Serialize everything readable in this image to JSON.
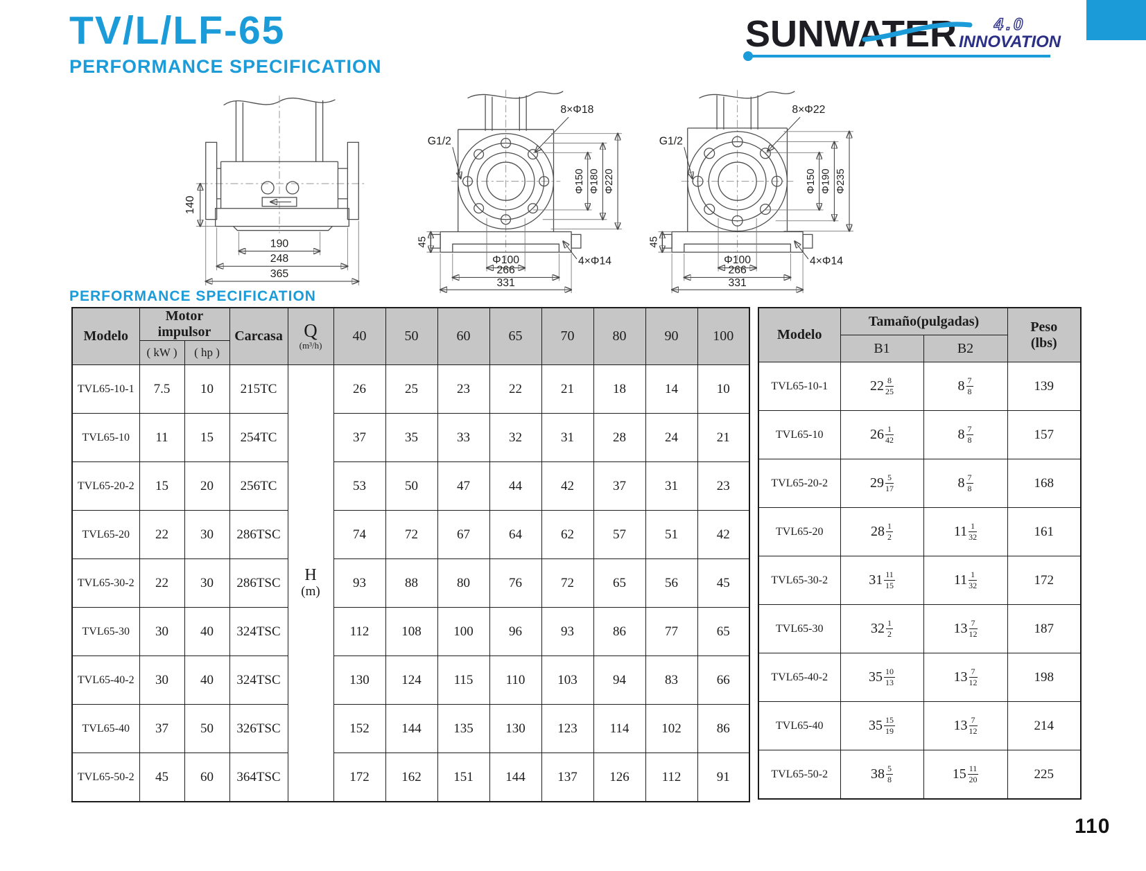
{
  "page": {
    "title": "TV/L/LF-65",
    "subtitle": "PERFORMANCE SPECIFICATION",
    "section_heading": "PERFORMANCE SPECIFICATION",
    "page_number": "110",
    "accent_color": "#1b9cd9"
  },
  "logo": {
    "brand": "SUNWATER",
    "version": "4.0",
    "tagline": "INNOVATION"
  },
  "drawings": [
    {
      "name": "side-view",
      "dims": {
        "height": "140",
        "inner": "190",
        "middle": "248",
        "outer": "365"
      }
    },
    {
      "name": "front-view-1",
      "labels": {
        "bolts": "8×Φ18",
        "plug": "G1/2",
        "face": "Φ150",
        "circle": "Φ180",
        "flange": "Φ220",
        "foot": "45",
        "bore": "Φ100",
        "base_holes": "4×Φ14",
        "base": "266",
        "total": "331"
      }
    },
    {
      "name": "front-view-2",
      "labels": {
        "bolts": "8×Φ22",
        "plug": "G1/2",
        "face": "Φ150",
        "circle": "Φ190",
        "flange": "Φ235",
        "foot": "45",
        "bore": "Φ100",
        "base_holes": "4×Φ14",
        "base": "266",
        "total": "331"
      }
    }
  ],
  "main_table": {
    "headers": {
      "modelo": "Modelo",
      "motor": "Motor impulsor",
      "kw": "( kW )",
      "hp": "( hp )",
      "carcasa": "Carcasa",
      "q_label": "Q",
      "q_unit": "(m³/h)",
      "h_label": "H",
      "h_unit": "(m)",
      "flows": [
        "40",
        "50",
        "60",
        "65",
        "70",
        "80",
        "90",
        "100"
      ]
    },
    "rows": [
      {
        "model": "TVL65-10-1",
        "kw": "7.5",
        "hp": "10",
        "carcasa": "215TC",
        "heads": [
          "26",
          "25",
          "23",
          "22",
          "21",
          "18",
          "14",
          "10"
        ]
      },
      {
        "model": "TVL65-10",
        "kw": "11",
        "hp": "15",
        "carcasa": "254TC",
        "heads": [
          "37",
          "35",
          "33",
          "32",
          "31",
          "28",
          "24",
          "21"
        ]
      },
      {
        "model": "TVL65-20-2",
        "kw": "15",
        "hp": "20",
        "carcasa": "256TC",
        "heads": [
          "53",
          "50",
          "47",
          "44",
          "42",
          "37",
          "31",
          "23"
        ]
      },
      {
        "model": "TVL65-20",
        "kw": "22",
        "hp": "30",
        "carcasa": "286TSC",
        "heads": [
          "74",
          "72",
          "67",
          "64",
          "62",
          "57",
          "51",
          "42"
        ]
      },
      {
        "model": "TVL65-30-2",
        "kw": "22",
        "hp": "30",
        "carcasa": "286TSC",
        "heads": [
          "93",
          "88",
          "80",
          "76",
          "72",
          "65",
          "56",
          "45"
        ]
      },
      {
        "model": "TVL65-30",
        "kw": "30",
        "hp": "40",
        "carcasa": "324TSC",
        "heads": [
          "112",
          "108",
          "100",
          "96",
          "93",
          "86",
          "77",
          "65"
        ]
      },
      {
        "model": "TVL65-40-2",
        "kw": "30",
        "hp": "40",
        "carcasa": "324TSC",
        "heads": [
          "130",
          "124",
          "115",
          "110",
          "103",
          "94",
          "83",
          "66"
        ]
      },
      {
        "model": "TVL65-40",
        "kw": "37",
        "hp": "50",
        "carcasa": "326TSC",
        "heads": [
          "152",
          "144",
          "135",
          "130",
          "123",
          "114",
          "102",
          "86"
        ]
      },
      {
        "model": "TVL65-50-2",
        "kw": "45",
        "hp": "60",
        "carcasa": "364TSC",
        "heads": [
          "172",
          "162",
          "151",
          "144",
          "137",
          "126",
          "112",
          "91"
        ]
      }
    ]
  },
  "size_table": {
    "headers": {
      "modelo": "Modelo",
      "tamano": "Tamaño(pulgadas)",
      "b1": "B1",
      "b2": "B2",
      "peso": "Peso",
      "peso_unit": "(lbs)"
    },
    "rows": [
      {
        "model": "TVL65-10-1",
        "b1": {
          "w": "22",
          "n": "8",
          "d": "25"
        },
        "b2": {
          "w": "8",
          "n": "7",
          "d": "8"
        },
        "peso": "139"
      },
      {
        "model": "TVL65-10",
        "b1": {
          "w": "26",
          "n": "1",
          "d": "42"
        },
        "b2": {
          "w": "8",
          "n": "7",
          "d": "8"
        },
        "peso": "157"
      },
      {
        "model": "TVL65-20-2",
        "b1": {
          "w": "29",
          "n": "5",
          "d": "17"
        },
        "b2": {
          "w": "8",
          "n": "7",
          "d": "8"
        },
        "peso": "168"
      },
      {
        "model": "TVL65-20",
        "b1": {
          "w": "28",
          "n": "1",
          "d": "2"
        },
        "b2": {
          "w": "11",
          "n": "1",
          "d": "32"
        },
        "peso": "161"
      },
      {
        "model": "TVL65-30-2",
        "b1": {
          "w": "31",
          "n": "11",
          "d": "15"
        },
        "b2": {
          "w": "11",
          "n": "1",
          "d": "32"
        },
        "peso": "172"
      },
      {
        "model": "TVL65-30",
        "b1": {
          "w": "32",
          "n": "1",
          "d": "2"
        },
        "b2": {
          "w": "13",
          "n": "7",
          "d": "12"
        },
        "peso": "187"
      },
      {
        "model": "TVL65-40-2",
        "b1": {
          "w": "35",
          "n": "10",
          "d": "13"
        },
        "b2": {
          "w": "13",
          "n": "7",
          "d": "12"
        },
        "peso": "198"
      },
      {
        "model": "TVL65-40",
        "b1": {
          "w": "35",
          "n": "15",
          "d": "19"
        },
        "b2": {
          "w": "13",
          "n": "7",
          "d": "12"
        },
        "peso": "214"
      },
      {
        "model": "TVL65-50-2",
        "b1": {
          "w": "38",
          "n": "5",
          "d": "8"
        },
        "b2": {
          "w": "15",
          "n": "11",
          "d": "20"
        },
        "peso": "225"
      }
    ]
  }
}
